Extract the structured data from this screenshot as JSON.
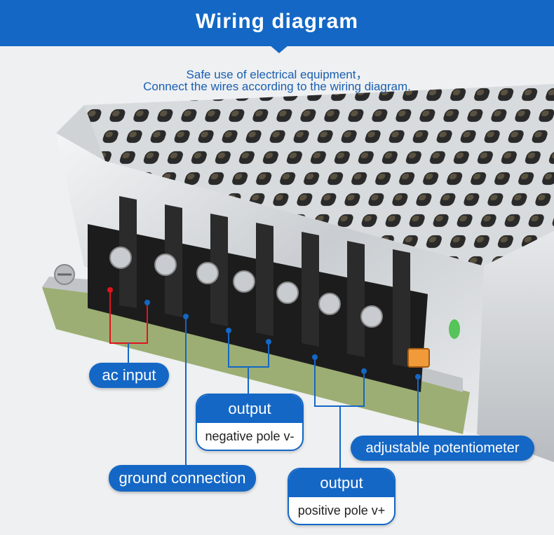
{
  "header": {
    "title": "Wiring diagram"
  },
  "caption": {
    "line1": "Safe use of electrical equipment，",
    "line2": "Connect the wires according to the wiring diagram."
  },
  "labels": {
    "ac_input": "ac input",
    "ground": "ground connection",
    "adjustable": "adjustable potentiometer",
    "output_neg_title": "output",
    "output_neg_sub": "negative pole v-",
    "output_pos_title": "output",
    "output_pos_sub": "positive pole v+"
  },
  "colors": {
    "accent": "#1467c5",
    "live_wire": "#e0141e"
  }
}
